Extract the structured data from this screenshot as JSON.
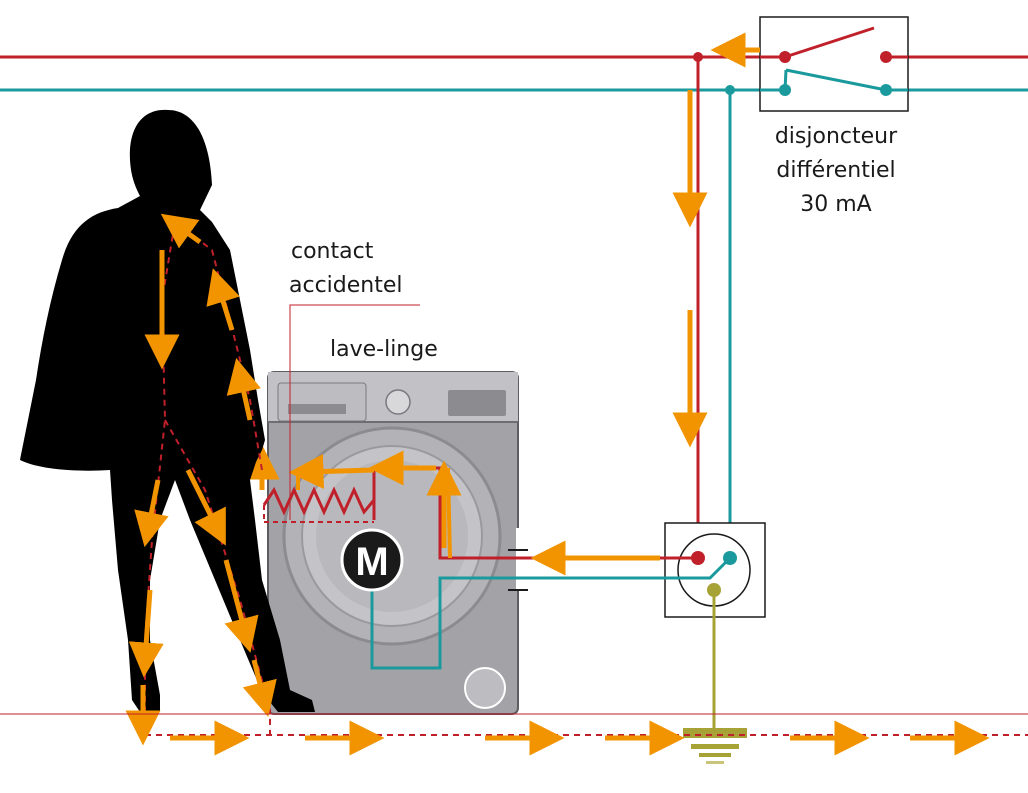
{
  "labels": {
    "breaker_line1": "disjoncteur",
    "breaker_line2": "différentiel",
    "breaker_line3": "30 mA",
    "contact_line1": "contact",
    "contact_line2": "accidentel",
    "machine": "lave-linge",
    "motor": "M"
  },
  "colors": {
    "phase": "#c0202a",
    "neutral": "#1a9a9c",
    "earth": "#a7a235",
    "current": "#f29400",
    "machine_body": "#a3a3a7",
    "silhouette": "#000000"
  },
  "icons": [
    "person-silhouette",
    "washing-machine",
    "motor-symbol",
    "earth-symbol",
    "switch-symbol",
    "wall-socket"
  ]
}
